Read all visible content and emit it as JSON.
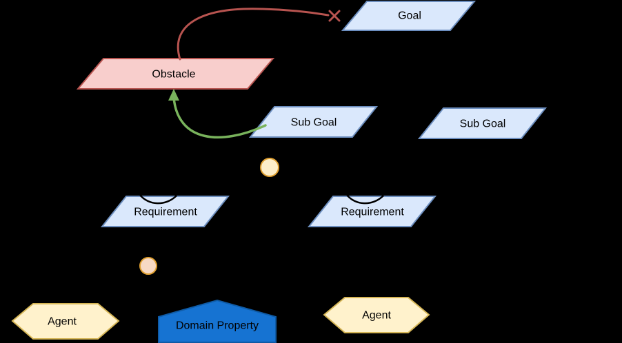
{
  "diagram": {
    "background_color": "#000000",
    "nodes": {
      "goal": {
        "label": "Goal",
        "shape": "parallelogram",
        "fill": "#dae8fc",
        "stroke": "#6c8ebf"
      },
      "obstacle": {
        "label": "Obstacle",
        "shape": "parallelogram",
        "fill": "#f8cecc",
        "stroke": "#b85450"
      },
      "subgoal_left": {
        "label": "Sub Goal",
        "shape": "parallelogram",
        "fill": "#dae8fc",
        "stroke": "#6c8ebf"
      },
      "subgoal_right": {
        "label": "Sub Goal",
        "shape": "parallelogram",
        "fill": "#dae8fc",
        "stroke": "#6c8ebf"
      },
      "requirement_left": {
        "label": "Requirement",
        "shape": "parallelogram",
        "fill": "#dae8fc",
        "stroke": "#6c8ebf"
      },
      "requirement_right": {
        "label": "Requirement",
        "shape": "parallelogram",
        "fill": "#dae8fc",
        "stroke": "#6c8ebf"
      },
      "agent_left": {
        "label": "Agent",
        "shape": "hexagon",
        "fill": "#fff2cc",
        "stroke": "#d6b656"
      },
      "agent_right": {
        "label": "Agent",
        "shape": "hexagon",
        "fill": "#fff2cc",
        "stroke": "#d6b656"
      },
      "domain_property": {
        "label": "Domain Property",
        "shape": "pentagon",
        "fill": "#1673d2",
        "stroke": "#0f5ba6",
        "text_color": "#ffffff"
      },
      "refinement_circle_top": {
        "shape": "circle",
        "fill": "#fdeec9",
        "stroke": "#e0a030"
      },
      "refinement_circle_bottom": {
        "shape": "circle",
        "fill": "#f7d9c4",
        "stroke": "#e0a030"
      }
    },
    "edges": {
      "obstruction": {
        "from": "Obstacle",
        "to": "Goal",
        "color": "#b85450",
        "marker": "cross"
      },
      "resolution": {
        "from": "Sub Goal",
        "to": "Obstacle",
        "color": "#79b35c",
        "marker": "arrow"
      },
      "connector_color": "#000000"
    }
  }
}
